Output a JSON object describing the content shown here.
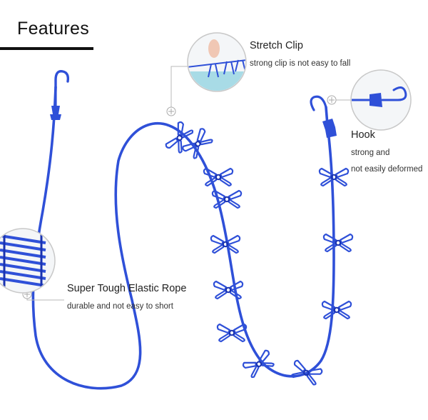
{
  "heading": "Features",
  "callouts": {
    "stretch_clip": {
      "title": "Stretch Clip",
      "desc": "strong clip is not easy to fall"
    },
    "hook": {
      "title": "Hook",
      "desc_line1": "strong and",
      "desc_line2": "not easily deformed"
    },
    "rope": {
      "title": "Super Tough Elastic Rope",
      "desc": "durable and not easy to short"
    }
  },
  "colors": {
    "rope": "#2f50d8",
    "rope_dark": "#1a33b0",
    "leader": "#b8b8b8",
    "background": "#ffffff"
  }
}
